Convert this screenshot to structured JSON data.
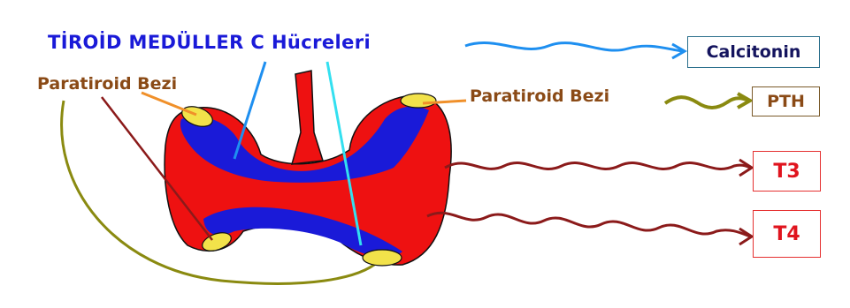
{
  "labels": {
    "title": "TİROİD MEDÜLLER C Hücreleri",
    "paratiroid_left": "Paratiroid Bezi",
    "paratiroid_right": "Paratiroid Bezi"
  },
  "outputs": {
    "calcitonin": "Calcitonin",
    "pth": "PTH",
    "t3": "T3",
    "t4": "T4"
  },
  "colors": {
    "thyroid_red": "#ee1111",
    "medulla_blue": "#1a1ad8",
    "parathyroid_yellow": "#f2e24a",
    "calcitonin_arrow": "#1e8ff0",
    "pth_arrow": "#8a8a10",
    "hormone_arrow": "#8b1a1a",
    "leader_orange": "#f0902a",
    "leader_cyan": "#33e0f0"
  }
}
